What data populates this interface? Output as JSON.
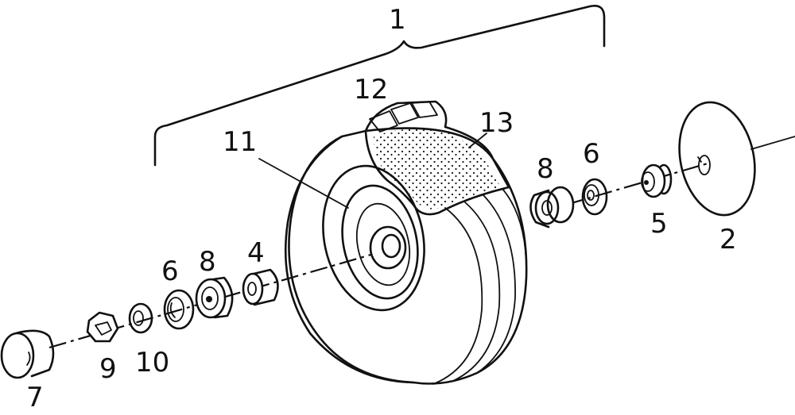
{
  "diagram": {
    "callouts": {
      "assembly": "1",
      "cover_disc": "2",
      "spacer_sleeve": "4",
      "bearing_bush": "5",
      "washer_left": "6",
      "washer_right": "6",
      "hub_cap": "7",
      "bearing_left": "8",
      "bearing_right": "8",
      "nut": "9",
      "lock_washer": "10",
      "rim": "11",
      "tread": "12",
      "tyre": "13"
    },
    "colors": {
      "ink": "#111111",
      "paper": "#ffffff"
    }
  }
}
